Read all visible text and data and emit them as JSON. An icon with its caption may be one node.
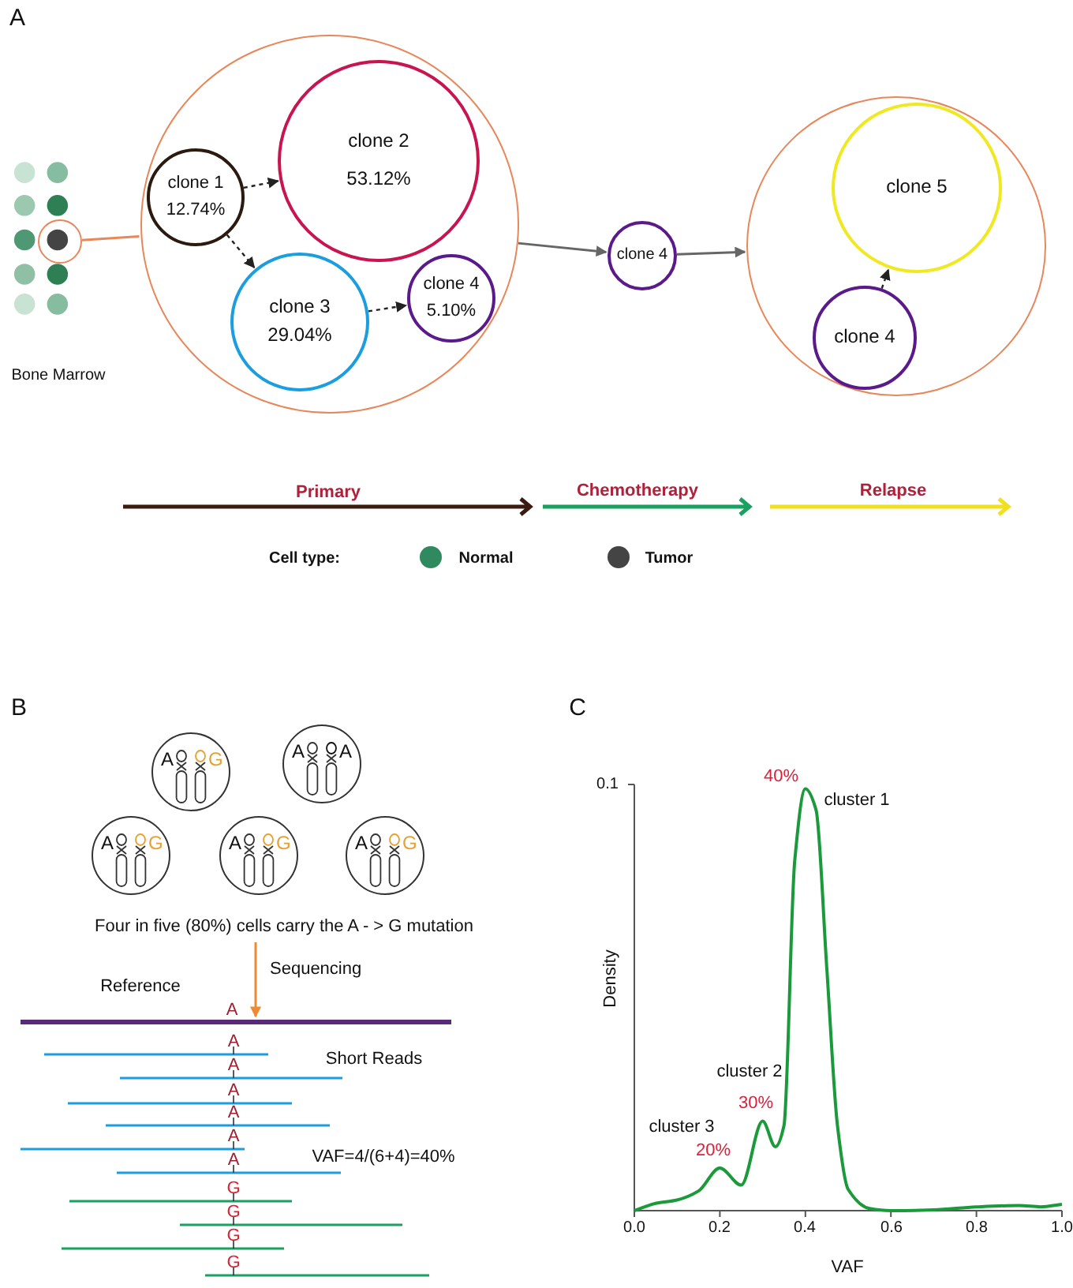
{
  "diagram": {
    "nodes": [
      {
        "text": [],
        "shape": "circle"
      },
      {
        "text": [
          "clone 1",
          "12.74%"
        ],
        "in": 0
      },
      {
        "text": [
          "clone 2",
          "53.12%"
        ],
        "in": 0
      },
      {
        "text": [
          "clone 3",
          "29.04%"
        ],
        "in": 0
      },
      {
        "text": [
          "clone 4",
          "5.10%"
        ],
        "in": 0
      },
      {
        "text": [
          "clone 4"
        ]
      },
      {
        "text": [],
        "shape": "circle"
      },
      {
        "text": [
          "clone 5"
        ],
        "in": 6
      },
      {
        "text": [
          "clone 4"
        ],
        "in": 6
      },
      {
        "text": [],
        "shape": "circle"
      },
      {
        "text": [
          "A",
          "G"
        ]
      },
      {
        "text": [
          "A",
          "A"
        ]
      },
      {
        "text": [
          "A",
          "G"
        ]
      },
      {
        "text": [
          "A",
          "G"
        ]
      },
      {
        "text": [
          "A",
          "G"
        ]
      },
      {
        "text": [
          "Four in five (80%) cells carry the A - > G mutation"
        ]
      },
      {
        "text": [],
        "shape": "bar"
      }
    ],
    "edges": [
      {
        "from": 1,
        "to": 2,
        "arrow": "to",
        "style": "dashed"
      },
      {
        "from": 1,
        "to": 3,
        "arrow": "to",
        "style": "dashed"
      },
      {
        "from": 3,
        "to": 4,
        "arrow": "to",
        "style": "dashed"
      },
      {
        "from": 0,
        "to": 5,
        "arrow": "to",
        "color": "#666666"
      },
      {
        "from": 5,
        "to": 6,
        "arrow": "to",
        "color": "#666666"
      },
      {
        "from": 8,
        "to": 7,
        "arrow": "to",
        "style": "dashed"
      },
      {
        "from": 9,
        "to": 0,
        "arrow": "none",
        "color": "#e8875a"
      },
      {
        "from": 15,
        "to": 16,
        "arrow": "to",
        "label": "Sequencing",
        "color": "#f08a30"
      }
    ],
    "labels": [
      "A",
      "Bone Marrow",
      "Primary",
      "Chemotherapy",
      "Relapse",
      "Cell type:",
      "B",
      "C",
      "Reference",
      "A",
      "A",
      "A",
      "A",
      "A",
      "A",
      "A",
      "Short Reads",
      "VAF=4/(6+4)=40%",
      "G",
      "G",
      "G",
      "G",
      "0.1",
      "40%",
      "cluster 1",
      "Density",
      "cluster 2",
      "30%",
      "cluster 3",
      "20%",
      "0.0",
      "0.2",
      "0.4",
      "0.6",
      "0.8",
      "1.0",
      "VAF"
    ],
    "legend": [
      {
        "text": "Normal",
        "color": "#2f8a5f"
      },
      {
        "text": "Tumor",
        "color": "#444444"
      }
    ]
  }
}
